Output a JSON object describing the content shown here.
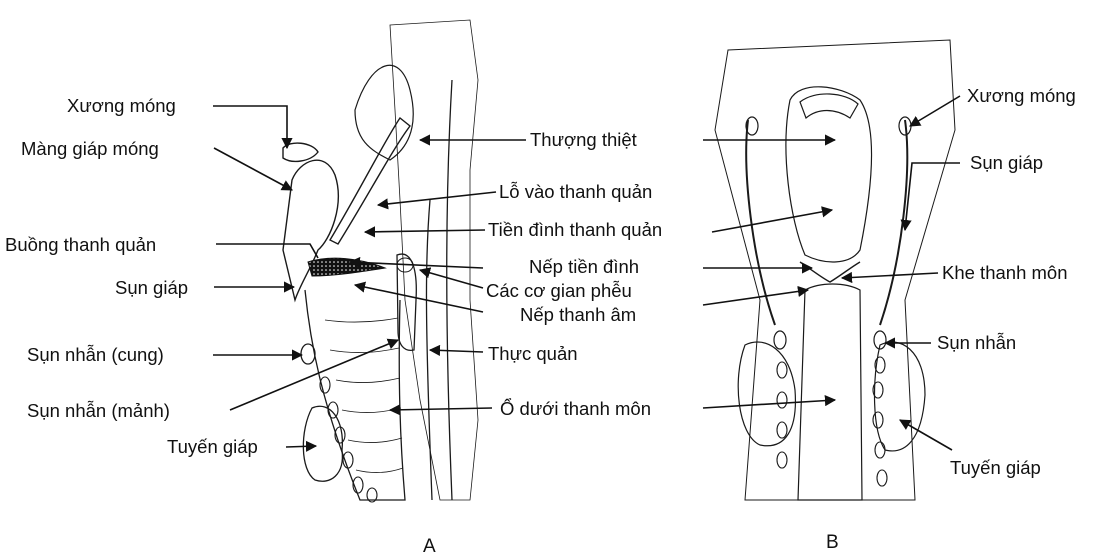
{
  "panels": {
    "a": "A",
    "b": "B"
  },
  "labels_a": {
    "hyoid": "Xương móng",
    "thyrohyoid_membrane": "Màng giáp móng",
    "laryngeal_ventricle": "Buồng thanh quản",
    "thyroid_cartilage": "Sụn giáp",
    "cricoid_arch": "Sụn nhẫn (cung)",
    "cricoid_lamina": "Sụn nhẫn (mảnh)",
    "thyroid_gland": "Tuyến giáp"
  },
  "labels_center": {
    "epiglottis": "Thượng thiệt",
    "laryngeal_inlet": "Lỗ vào thanh quản",
    "vestibule": "Tiền đình thanh quản",
    "vestibular_fold": "Nếp  tiền đình",
    "arytenoid_muscles": "Các cơ gian phễu",
    "vocal_fold": "Nếp thanh âm",
    "esophagus": "Thực quản",
    "infraglottic_cavity": "Ổ dưới thanh môn"
  },
  "labels_b": {
    "hyoid": "Xương móng",
    "thyroid_cartilage": "Sụn giáp",
    "rima_glottidis": "Khe thanh môn",
    "cricoid_cartilage": "Sụn nhẫn",
    "thyroid_gland": "Tuyến giáp"
  },
  "colors": {
    "ink": "#111111",
    "background": "#ffffff",
    "stipple": "#222222"
  }
}
